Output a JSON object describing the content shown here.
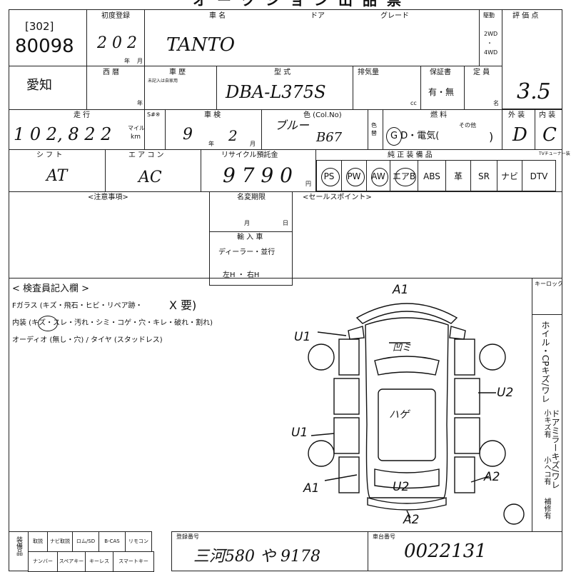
{
  "header": {
    "title_partial": "オークション出品票"
  },
  "lot": {
    "code": "[302]",
    "number": "80098",
    "region": "愛知"
  },
  "labels": {
    "first_reg": "初度登録",
    "car_name": "車 名",
    "door": "ドア",
    "grade": "グレード",
    "drive": "駆動",
    "drive_2wd": "2WD",
    "drive_dot": "・",
    "drive_4wd": "4WD",
    "score": "評 価 点",
    "western": "西 暦",
    "history": "車 歴",
    "history_note": "未記入は自家用",
    "model": "型 式",
    "displacement": "排気量",
    "cc": "cc",
    "warranty": "保証書",
    "warranty_opts": "有・無",
    "capacity": "定 員",
    "persons": "名",
    "year": "年",
    "month": "月",
    "mileage": "走 行",
    "meter_change": "S#※",
    "mile": "マイル",
    "km": "km",
    "inspection": "車 検",
    "color": "色 (Col.No)",
    "color_change": "色替",
    "fuel": "燃 料",
    "fuel_other": "その他",
    "fuel_opts": "G D・電気(",
    "exterior": "外 装",
    "interior": "内 装",
    "shift": "シ フ ト",
    "aircon": "エ ア コ ン",
    "recycle": "リサイクル預託金",
    "yen": "円",
    "equipment": "純 正 装 備 品",
    "tuner": "TVチューナー装",
    "notes": "<注意事項>",
    "name_change": "名変期限",
    "sales_point": "<セールスポイント>",
    "import": "輸 入 車",
    "dealer": "ディーラー・並行",
    "steer": "左H ・ 右H",
    "inspector": "< 検査員記入欄 >",
    "glass": "Fガラス (キズ・飛石・ヒビ・リペア跡・",
    "glass_req": "X 要)",
    "interior_line": "内装 (キズ・スレ・汚れ・シミ・コゲ・穴・キレ・破れ・割れ)",
    "audio_line": "オーディオ (無し・穴) / タイヤ (スタッドレス)",
    "keyless": "キーロック",
    "wheel_text": "ホイル・CPキズ/ワレ",
    "mirror_text": "ドアミラーキズ/ワレ",
    "small_scratch": "小キズ有",
    "small_dent": "小ヘコ有",
    "repaired": "補修有",
    "footer_equip": "装備品",
    "reg_no": "登録番号",
    "chassis": "車台番号"
  },
  "values": {
    "first_reg_year": "2 0 2",
    "car_name": "TANTO",
    "model": "DBA-L375S",
    "score": "3.5",
    "mileage": "1 0 2, 8 2 2",
    "inspect_year": "9",
    "inspect_month": "2",
    "color": "ブルー",
    "color_no": "B67",
    "fuel_close": ")",
    "ext_grade": "D",
    "int_grade": "C",
    "shift": "AT",
    "aircon": "AC",
    "recycle": "9 7 9 0",
    "reg_plate": "三河580 や 9178",
    "chassis_no": "0022131"
  },
  "equipment": [
    "PS",
    "PW",
    "AW",
    "エアB",
    "ABS",
    "革",
    "SR",
    "ナビ",
    "DTV"
  ],
  "equipment_circled": [
    "PS",
    "PW",
    "AW",
    "エアB"
  ],
  "footer_items": [
    "取説",
    "ナビ取説",
    "ロム/SD",
    "B-CAS",
    "リモコン",
    "ナンバー",
    "スペアキー",
    "キーレス",
    "スマートキー"
  ],
  "diagram_marks": {
    "front": "A1",
    "left_front": "U1",
    "left_rear": "U1",
    "right_mid": "U2",
    "rear_left": "A1",
    "rear_center": "U2",
    "rear_right": "A2",
    "rear_bottom": "A2",
    "hood": "凹ミ",
    "roof": "ハゲ"
  }
}
